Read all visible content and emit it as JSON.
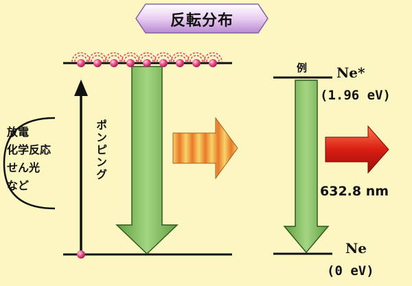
{
  "title": "反転分布",
  "sources": [
    "放電",
    "化学反応",
    "せん光",
    "など"
  ],
  "pumping_label": "ポンピング",
  "example_label": "例",
  "upper_level": {
    "name": "Ne*",
    "energy": "(1.96 eV)"
  },
  "lower_level": {
    "name": "Ne",
    "energy": "(0 eV)"
  },
  "wavelength": "632.8 nm",
  "atoms_upper_count": 9,
  "atoms_lower_count": 1,
  "colors": {
    "background": "#fbf6c2",
    "green_arrow": "#7cb85a",
    "red_arrow": "#e02a1c",
    "orange_arrow": "#f4a23a",
    "atom": "#e0407c",
    "badge": "#e6c9ef"
  }
}
